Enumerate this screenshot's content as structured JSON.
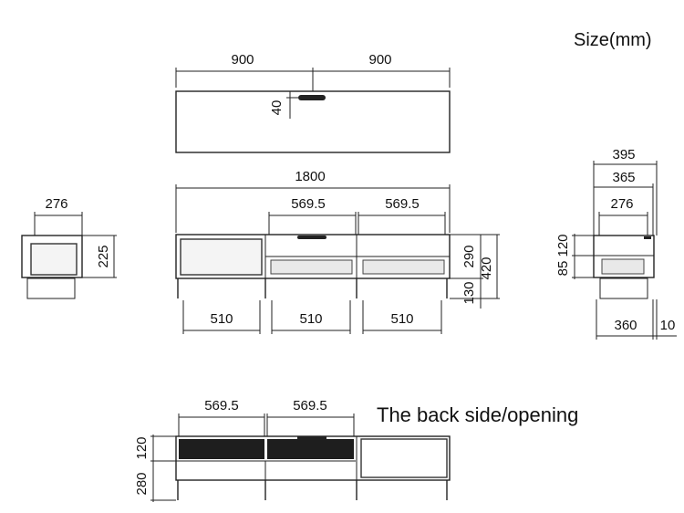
{
  "title": "Size(mm)",
  "caption": "The back side/opening",
  "top_view": {
    "half_left": "900",
    "half_right": "900",
    "hole_offset": "40"
  },
  "front_view": {
    "total_width": "1800",
    "drawer_width_a": "569.5",
    "drawer_width_b": "569.5",
    "drawer_height": "290",
    "total_height": "420",
    "leg_height": "130",
    "inner_left": "510",
    "inner_middle": "510",
    "inner_right": "510"
  },
  "left_side_view": {
    "width": "276",
    "height": "225"
  },
  "right_side_view": {
    "outer_depth": "395",
    "mid_depth": "365",
    "inner_depth": "276",
    "upper_height": "120",
    "lower_height": "85",
    "bottom_depth": "360",
    "back_gap": "10"
  },
  "back_view": {
    "opening_width_a": "569.5",
    "opening_width_b": "569.5",
    "opening_height": "120",
    "lower_height": "280"
  }
}
